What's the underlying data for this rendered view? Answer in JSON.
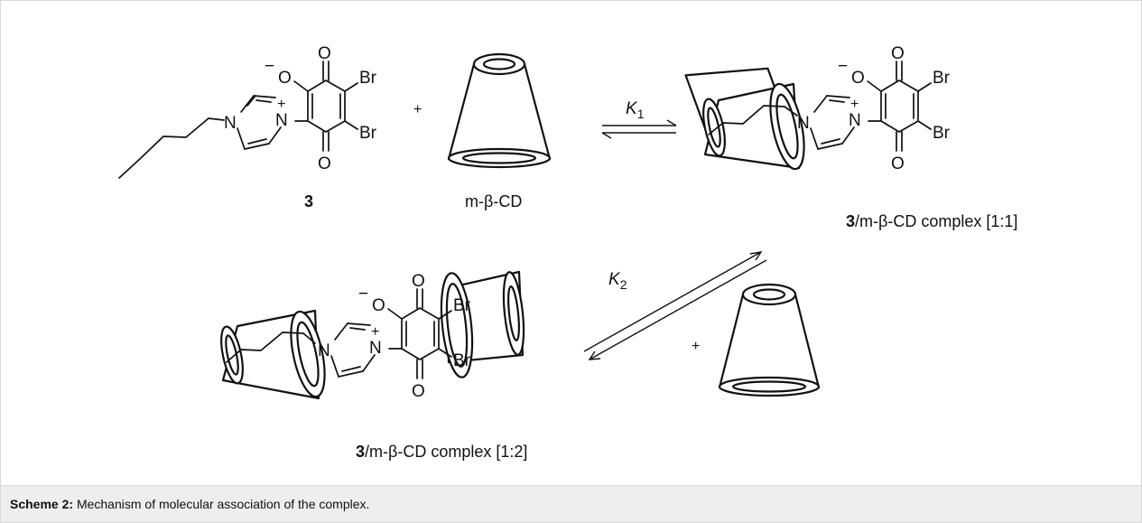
{
  "atoms": {
    "o_minus": "O",
    "minus": "−",
    "o": "O",
    "br": "Br",
    "n": "N",
    "n_plus": "N",
    "plus": "+"
  },
  "labels": {
    "compound": "3",
    "host": "m-β-CD",
    "complex11_bold": "3",
    "complex11_rest": "/m-β-CD complex [1:1]",
    "complex12_bold": "3",
    "complex12_rest": "/m-β-CD complex [1:2]",
    "plus_sign": "+"
  },
  "equilibria": {
    "k1": {
      "symbol": "K",
      "sub": "1"
    },
    "k2": {
      "symbol": "K",
      "sub": "2"
    }
  },
  "caption": {
    "label": "Scheme 2:",
    "text": "Mechanism of molecular association of the complex."
  }
}
